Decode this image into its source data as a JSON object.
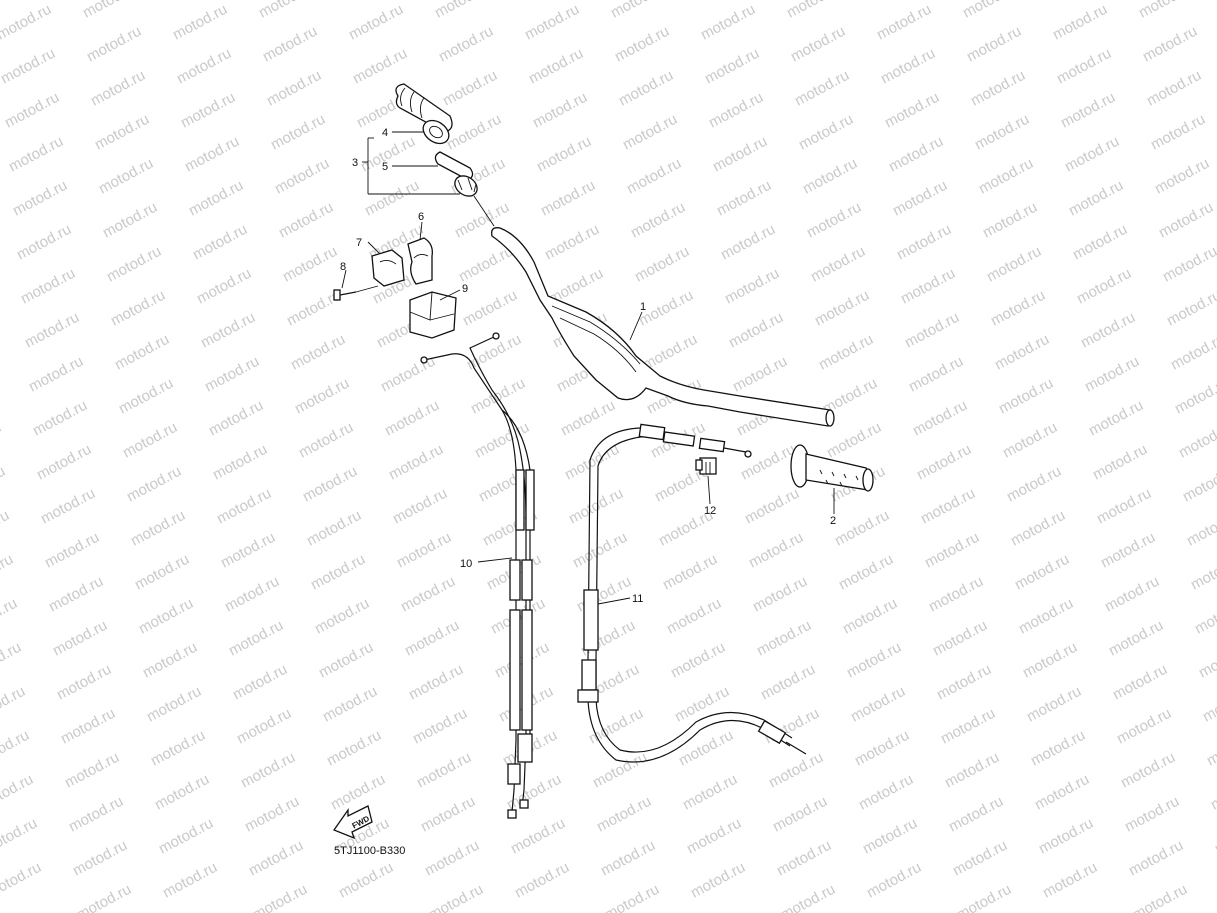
{
  "watermark": "motod.ru",
  "diagram_code": "5TJ1100-B330",
  "fwd_label": "FWD",
  "callouts": {
    "c1": "1",
    "c2": "2",
    "c3": "3",
    "c4": "4",
    "c5": "5",
    "c6": "6",
    "c7": "7",
    "c8": "8",
    "c9": "9",
    "c10": "10",
    "c11": "11",
    "c12": "12"
  }
}
